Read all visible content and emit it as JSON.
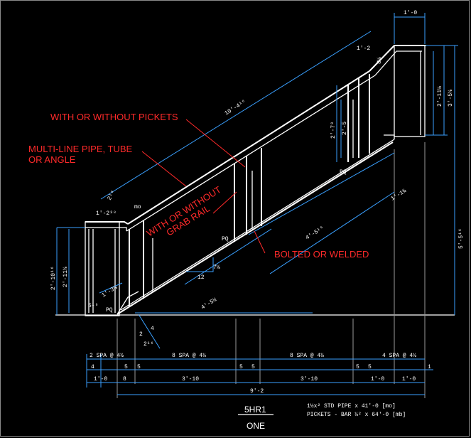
{
  "annotations": {
    "pickets": "WITH OR WITHOUT PICKETS",
    "pipe_line1": "MULTI-LINE PIPE, TUBE",
    "pipe_line2": "OR ANGLE",
    "grab_line1": "WITH OR WITHOUT",
    "grab_line2": "GRAB RAIL",
    "bolted": "BOLTED OR WELDED"
  },
  "dimensions": {
    "top_width": "1'-0",
    "top_offset": "1'-2",
    "top_small": "8⅛",
    "right_upper": "2'-11⅛",
    "right_upper_outer": "3'-5⅛",
    "right_total": "5'-5¹⁶",
    "picket_height": "2'-5",
    "picket_height_outer": "2'-7⁸",
    "rail_length": "10'-4¹⁶",
    "bottom_offset": "1'-2³⁸",
    "bottom_small": "2¹⁶",
    "left_inner": "2'-11⅛",
    "left_outer": "2'-10¹⁶",
    "slope_rise": "7⅛",
    "slope_run": "12",
    "stringer_diag": "4'-5¹⁶",
    "stringer_horiz": "4'-5½",
    "stringer_end": "1'-1¾",
    "small_left": "1'-3⅛",
    "small_left2": "5¹⁶",
    "seg_a": "2",
    "seg_b": "4",
    "seg_c": "2¹⁶",
    "spa_1": "2 SPA @ 4½",
    "spa_2": "8 SPA @ 4½",
    "spa_3": "8 SPA @ 4½",
    "spa_4": "4 SPA @ 4½",
    "row2": [
      "4",
      "5",
      "5",
      "5",
      "5",
      "5",
      "5",
      "1"
    ],
    "row3": [
      "1'-0",
      "8",
      "3'-10",
      "3'-10",
      "1'-0",
      "1'-0"
    ],
    "overall": "9'-2",
    "tag_mo": "mo",
    "tag_pq": "PQ"
  },
  "title_block": {
    "mark": "5HR1",
    "qty": "ONE",
    "note1": "1½x² STD PIPE x 41'-0 [mo]",
    "note2": "PICKETS - BAR ½² x 64'-0 [mb]"
  },
  "colors": {
    "background": "#000000",
    "lines": "#ffffff",
    "dims": "#3aa0ff",
    "callouts": "#ff2a2a"
  }
}
